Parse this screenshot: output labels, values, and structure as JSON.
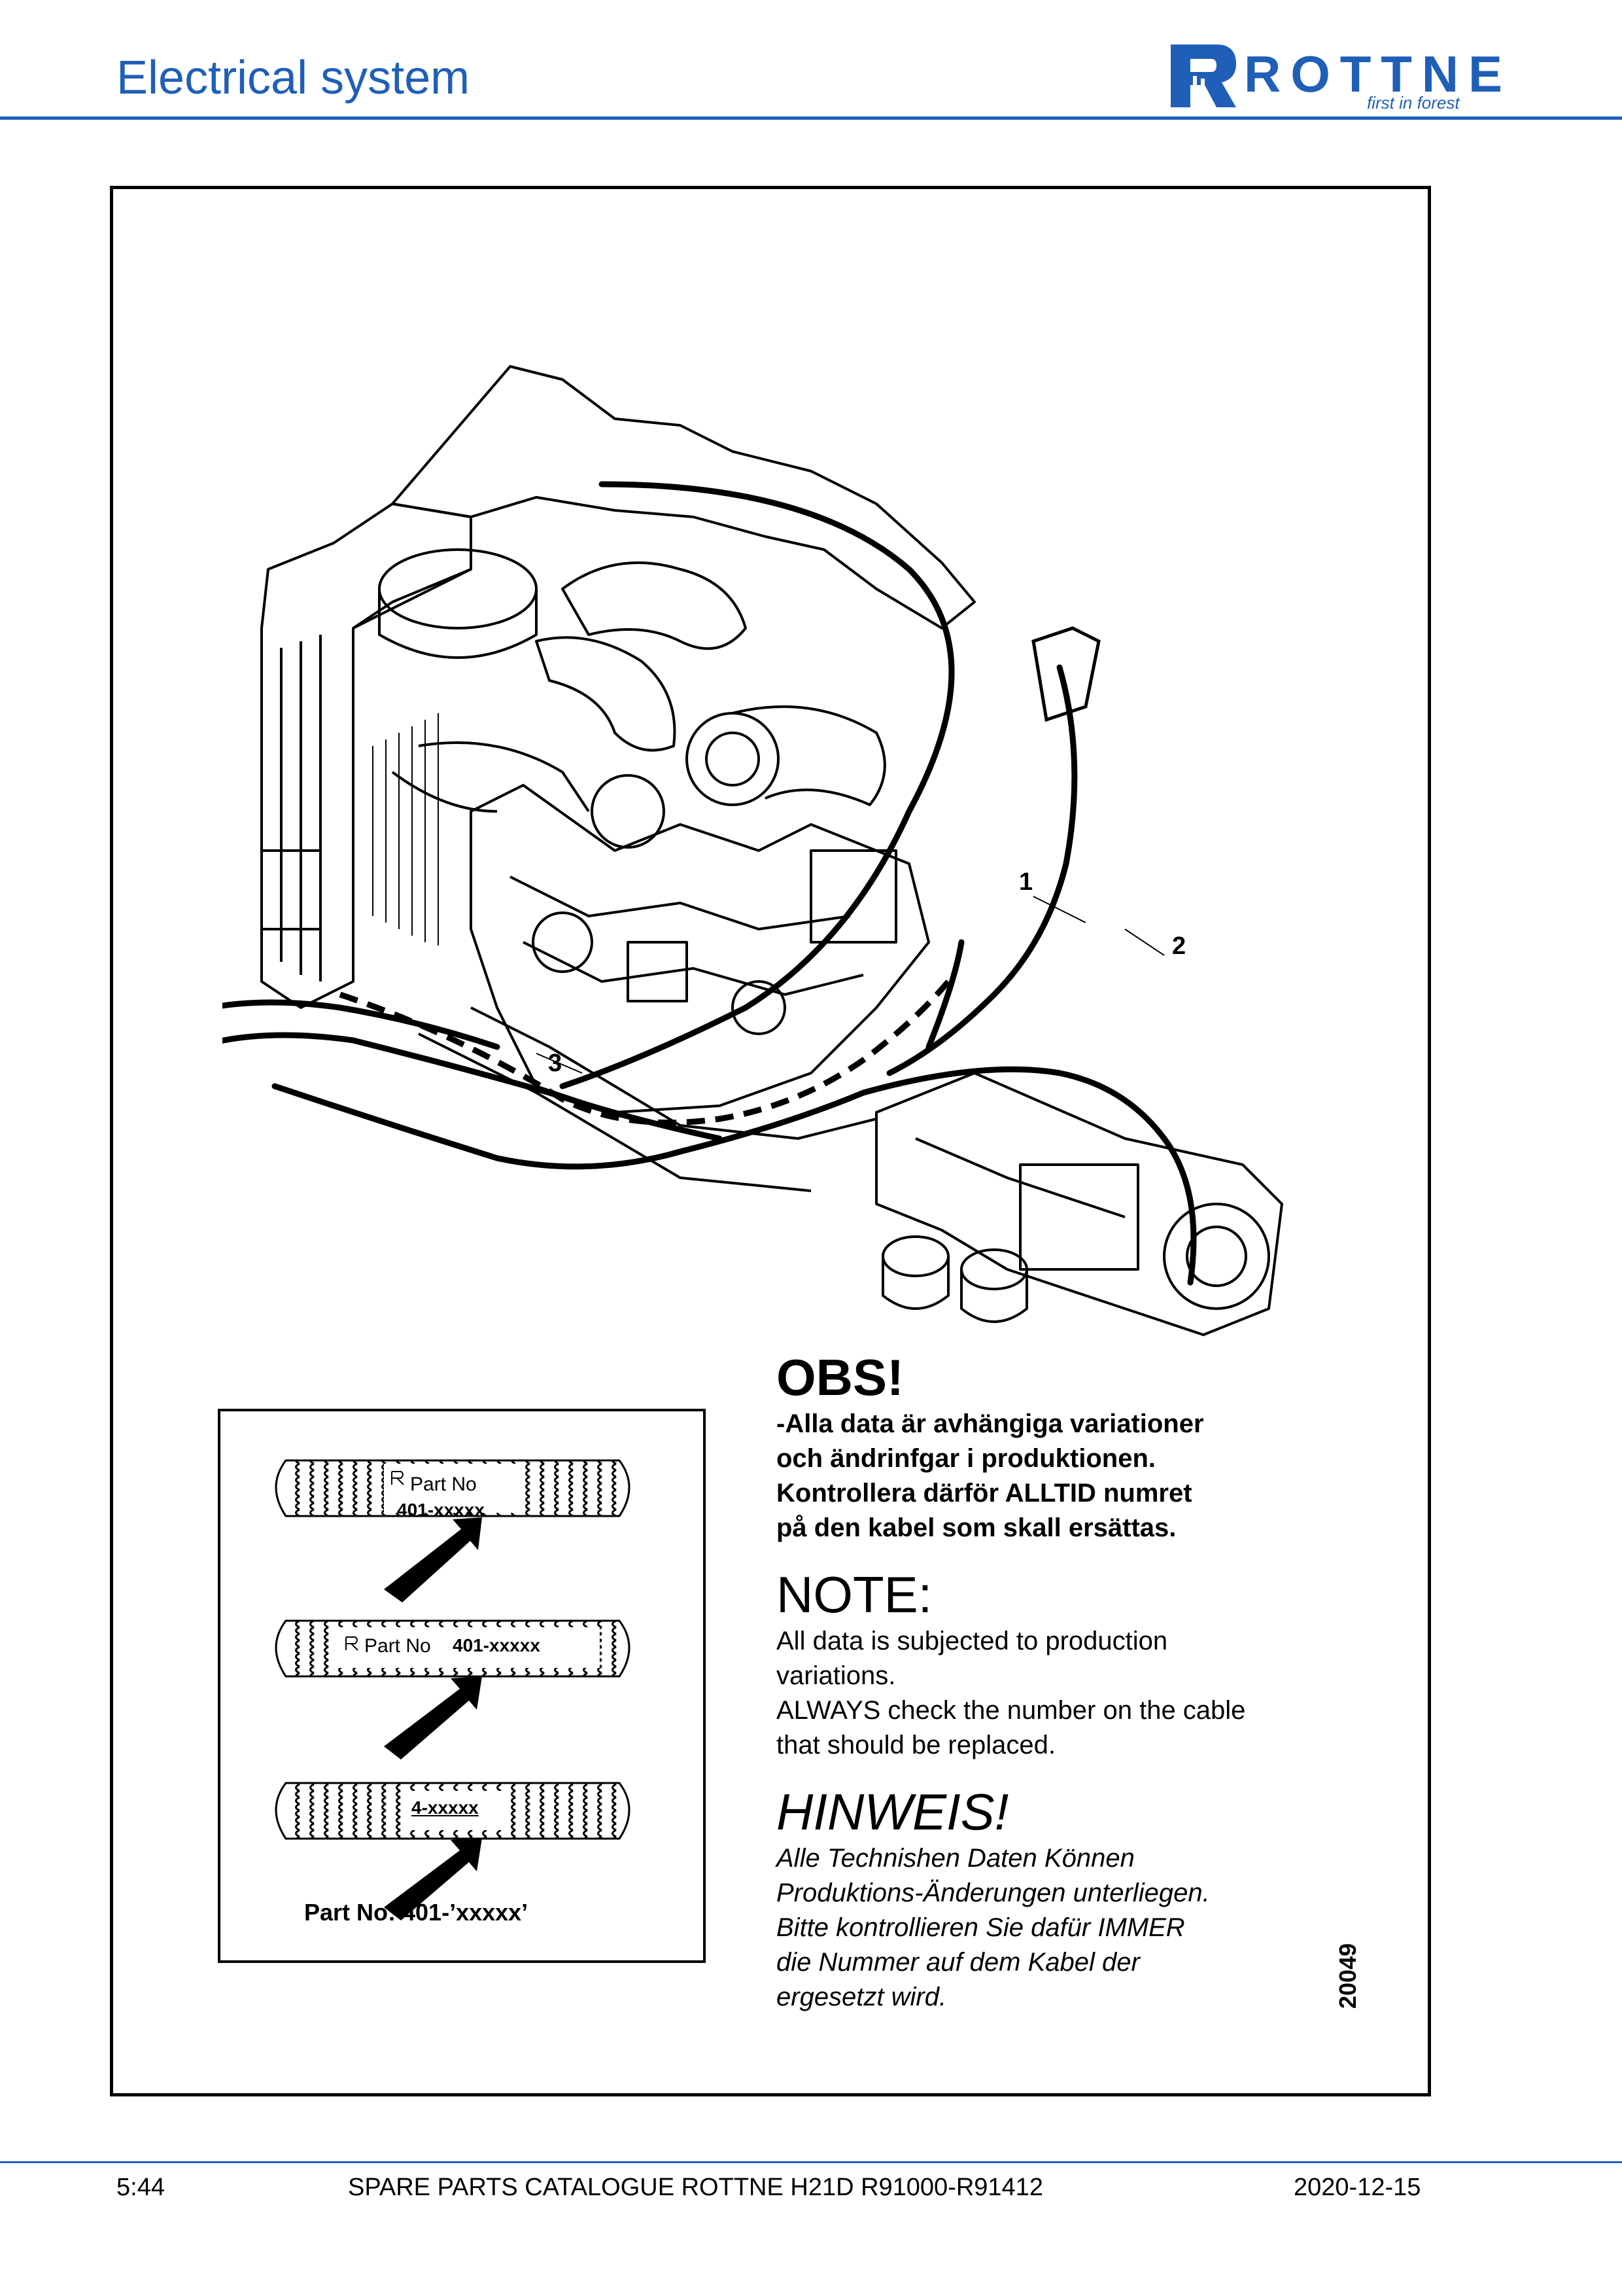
{
  "header": {
    "title": "Electrical system",
    "logo_text": "ROTTNE",
    "logo_tagline": "first in forest",
    "brand_color": "#1f5fb8"
  },
  "figure": {
    "callouts": [
      "1",
      "2",
      "3"
    ],
    "ref_number": "20049"
  },
  "inset": {
    "label1_a": "Part No",
    "label1_b": "401-xxxxx",
    "label2_a": "Part No",
    "label2_b": "401-xxxxx",
    "label3": "4-xxxxx",
    "caption": "Part No: 401-’xxxxx’"
  },
  "notes": {
    "obs_heading": "OBS!",
    "obs_lines": [
      "-Alla data är avhängiga variationer",
      "och ändrinfgar i produktionen.",
      "Kontrollera därför ALLTID numret",
      "på den kabel som skall ersättas."
    ],
    "note_heading": "NOTE:",
    "note_lines": [
      "All data is subjected to production",
      "variations.",
      "ALWAYS check the number on the cable",
      "that should be replaced."
    ],
    "hinweis_heading": "HINWEIS!",
    "hinweis_lines": [
      "Alle Technishen Daten Können",
      "Produktions-Änderungen unterliegen.",
      "Bitte kontrollieren Sie dafür IMMER",
      "die Nummer auf dem Kabel der",
      "ergesetzt wird."
    ]
  },
  "footer": {
    "page": "5:44",
    "catalogue": "SPARE PARTS CATALOGUE ROTTNE H21D R91000-R91412",
    "date": "2020-12-15"
  }
}
